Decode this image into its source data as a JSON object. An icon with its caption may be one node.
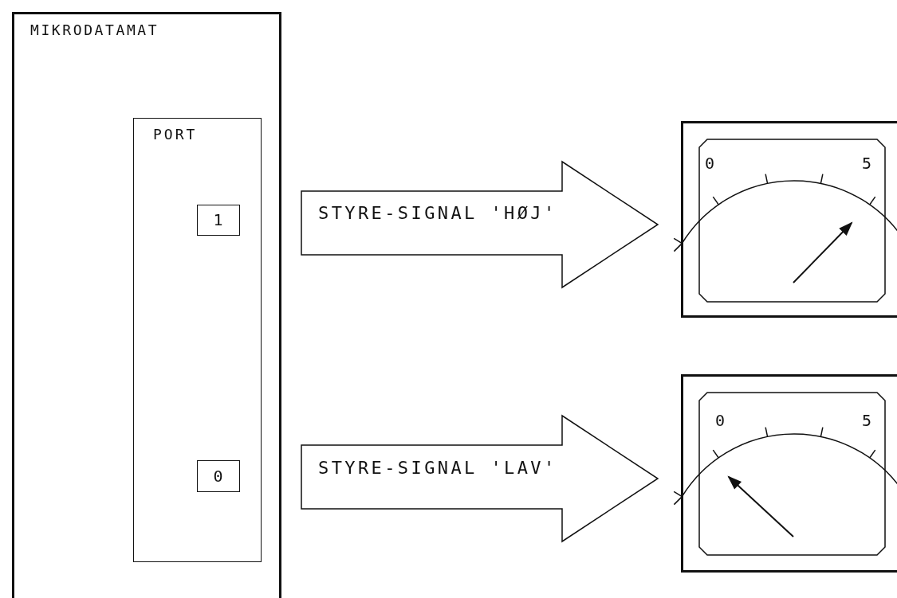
{
  "diagram": {
    "nodes": [
      {
        "text": [
          "MIKRODATAMAT"
        ]
      },
      {
        "text": [
          "PORT"
        ],
        "in": 0
      },
      {
        "text": [
          "1"
        ],
        "in": 1
      },
      {
        "text": [
          "STYRE-SIGNAL 'HØJ'"
        ]
      },
      {
        "text": [
          "0",
          "5"
        ]
      },
      {
        "text": [
          "0"
        ],
        "in": 1
      },
      {
        "text": [
          "STYRE-SIGNAL 'LAV'"
        ]
      },
      {
        "text": [
          "0",
          "5"
        ]
      }
    ]
  }
}
